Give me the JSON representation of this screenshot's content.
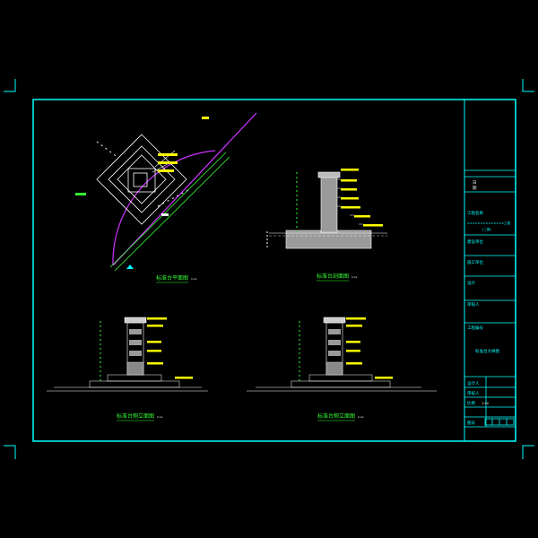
{
  "drawing": {
    "views": {
      "plan": {
        "title": "标准台平面图",
        "scale": "1:xx"
      },
      "section": {
        "title": "标准台剖面图",
        "scale": "1:xx"
      },
      "elev1": {
        "title": "标准台侧立面图",
        "scale": "1:xx"
      },
      "elev2": {
        "title": "标准台侧立面图",
        "scale": "1:xx"
      }
    },
    "title_block": {
      "row_top_a": "日",
      "row_top_b": "期",
      "project_label": "工程名称",
      "project_line1": "××××××××××××××工程",
      "project_line2": "(二期)",
      "designer_label": "建设单位",
      "builder_label": "施工单位",
      "design_label": "设计",
      "check_label": "审核人",
      "drawing_label": "工程编号",
      "drawing_name": "标准台大样图",
      "sheet_rows": [
        "设计人",
        "审核人",
        "比例"
      ],
      "scale_value": "1:50",
      "sheet_no": "图号"
    },
    "colors": {
      "border": "#00ffff",
      "magenta": "#cc33ff",
      "green": "#33ff33",
      "yellow": "#ffff00",
      "white": "#ffffff",
      "gray": "#9a9a9a"
    }
  }
}
